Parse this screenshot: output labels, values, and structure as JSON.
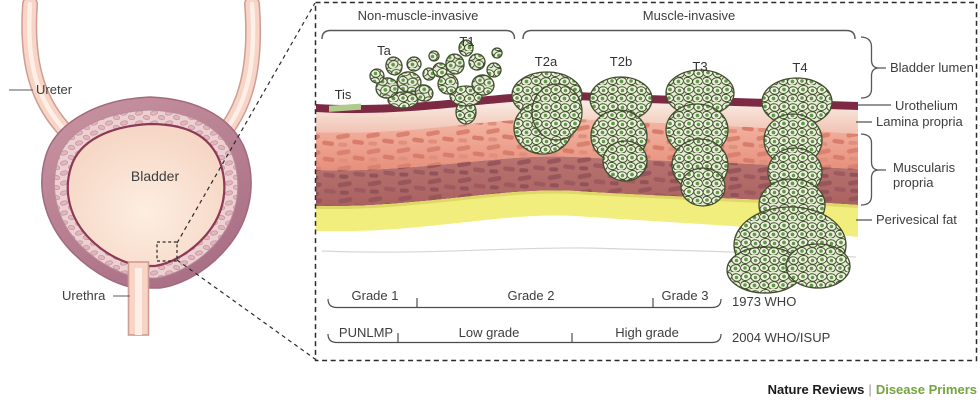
{
  "anatomy": {
    "ureter": "Ureter",
    "bladder": "Bladder",
    "urethra": "Urethra"
  },
  "inset": {
    "groups": {
      "non_muscle_invasive": "Non-muscle-invasive",
      "muscle_invasive": "Muscle-invasive"
    },
    "stages": {
      "tis": "Tis",
      "ta": "Ta",
      "t1": "T1",
      "t2a": "T2a",
      "t2b": "T2b",
      "t3": "T3",
      "t4": "T4"
    },
    "layers": {
      "bladder_lumen": "Bladder lumen",
      "urothelium": "Urothelium",
      "lamina_propria": "Lamina propria",
      "muscularis_propria": "Muscularis propria",
      "perivesical_fat": "Perivesical fat"
    },
    "grading_1973": {
      "grade1": "Grade 1",
      "grade2": "Grade 2",
      "grade3": "Grade 3",
      "system": "1973 WHO"
    },
    "grading_2004": {
      "punlmp": "PUNLMP",
      "low": "Low grade",
      "high": "High grade",
      "system": "2004 WHO/ISUP"
    }
  },
  "footer": {
    "brand": "Nature Reviews",
    "divider": "|",
    "publication": "Disease Primers"
  },
  "colors": {
    "urothelium_maroon": "#7d2944",
    "tis_green": "#b2ca8b",
    "lamina_pink": "#f0c2b1",
    "muscularis_light": "#eda491",
    "muscularis_deep": "#b26d68",
    "perivesical_fat_yellow": "#f2ee7d",
    "tumor_cell_fill": "#edf3df",
    "tumor_nucleus_green": "#63974a",
    "brand_green": "#76a33f"
  }
}
